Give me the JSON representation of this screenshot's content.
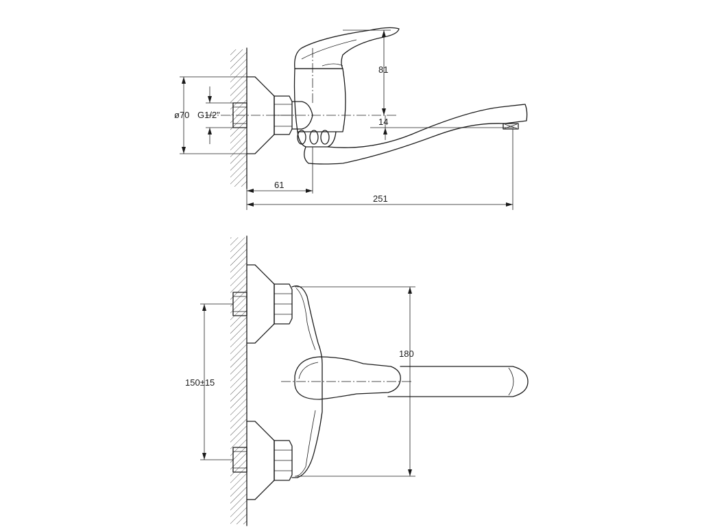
{
  "dimensions": {
    "height_81": "81",
    "offset_14": "14",
    "diameter": "ø70",
    "thread": "G1/2\"",
    "depth_61": "61",
    "length_251": "251",
    "spout_180": "180",
    "spacing": "150±15"
  }
}
